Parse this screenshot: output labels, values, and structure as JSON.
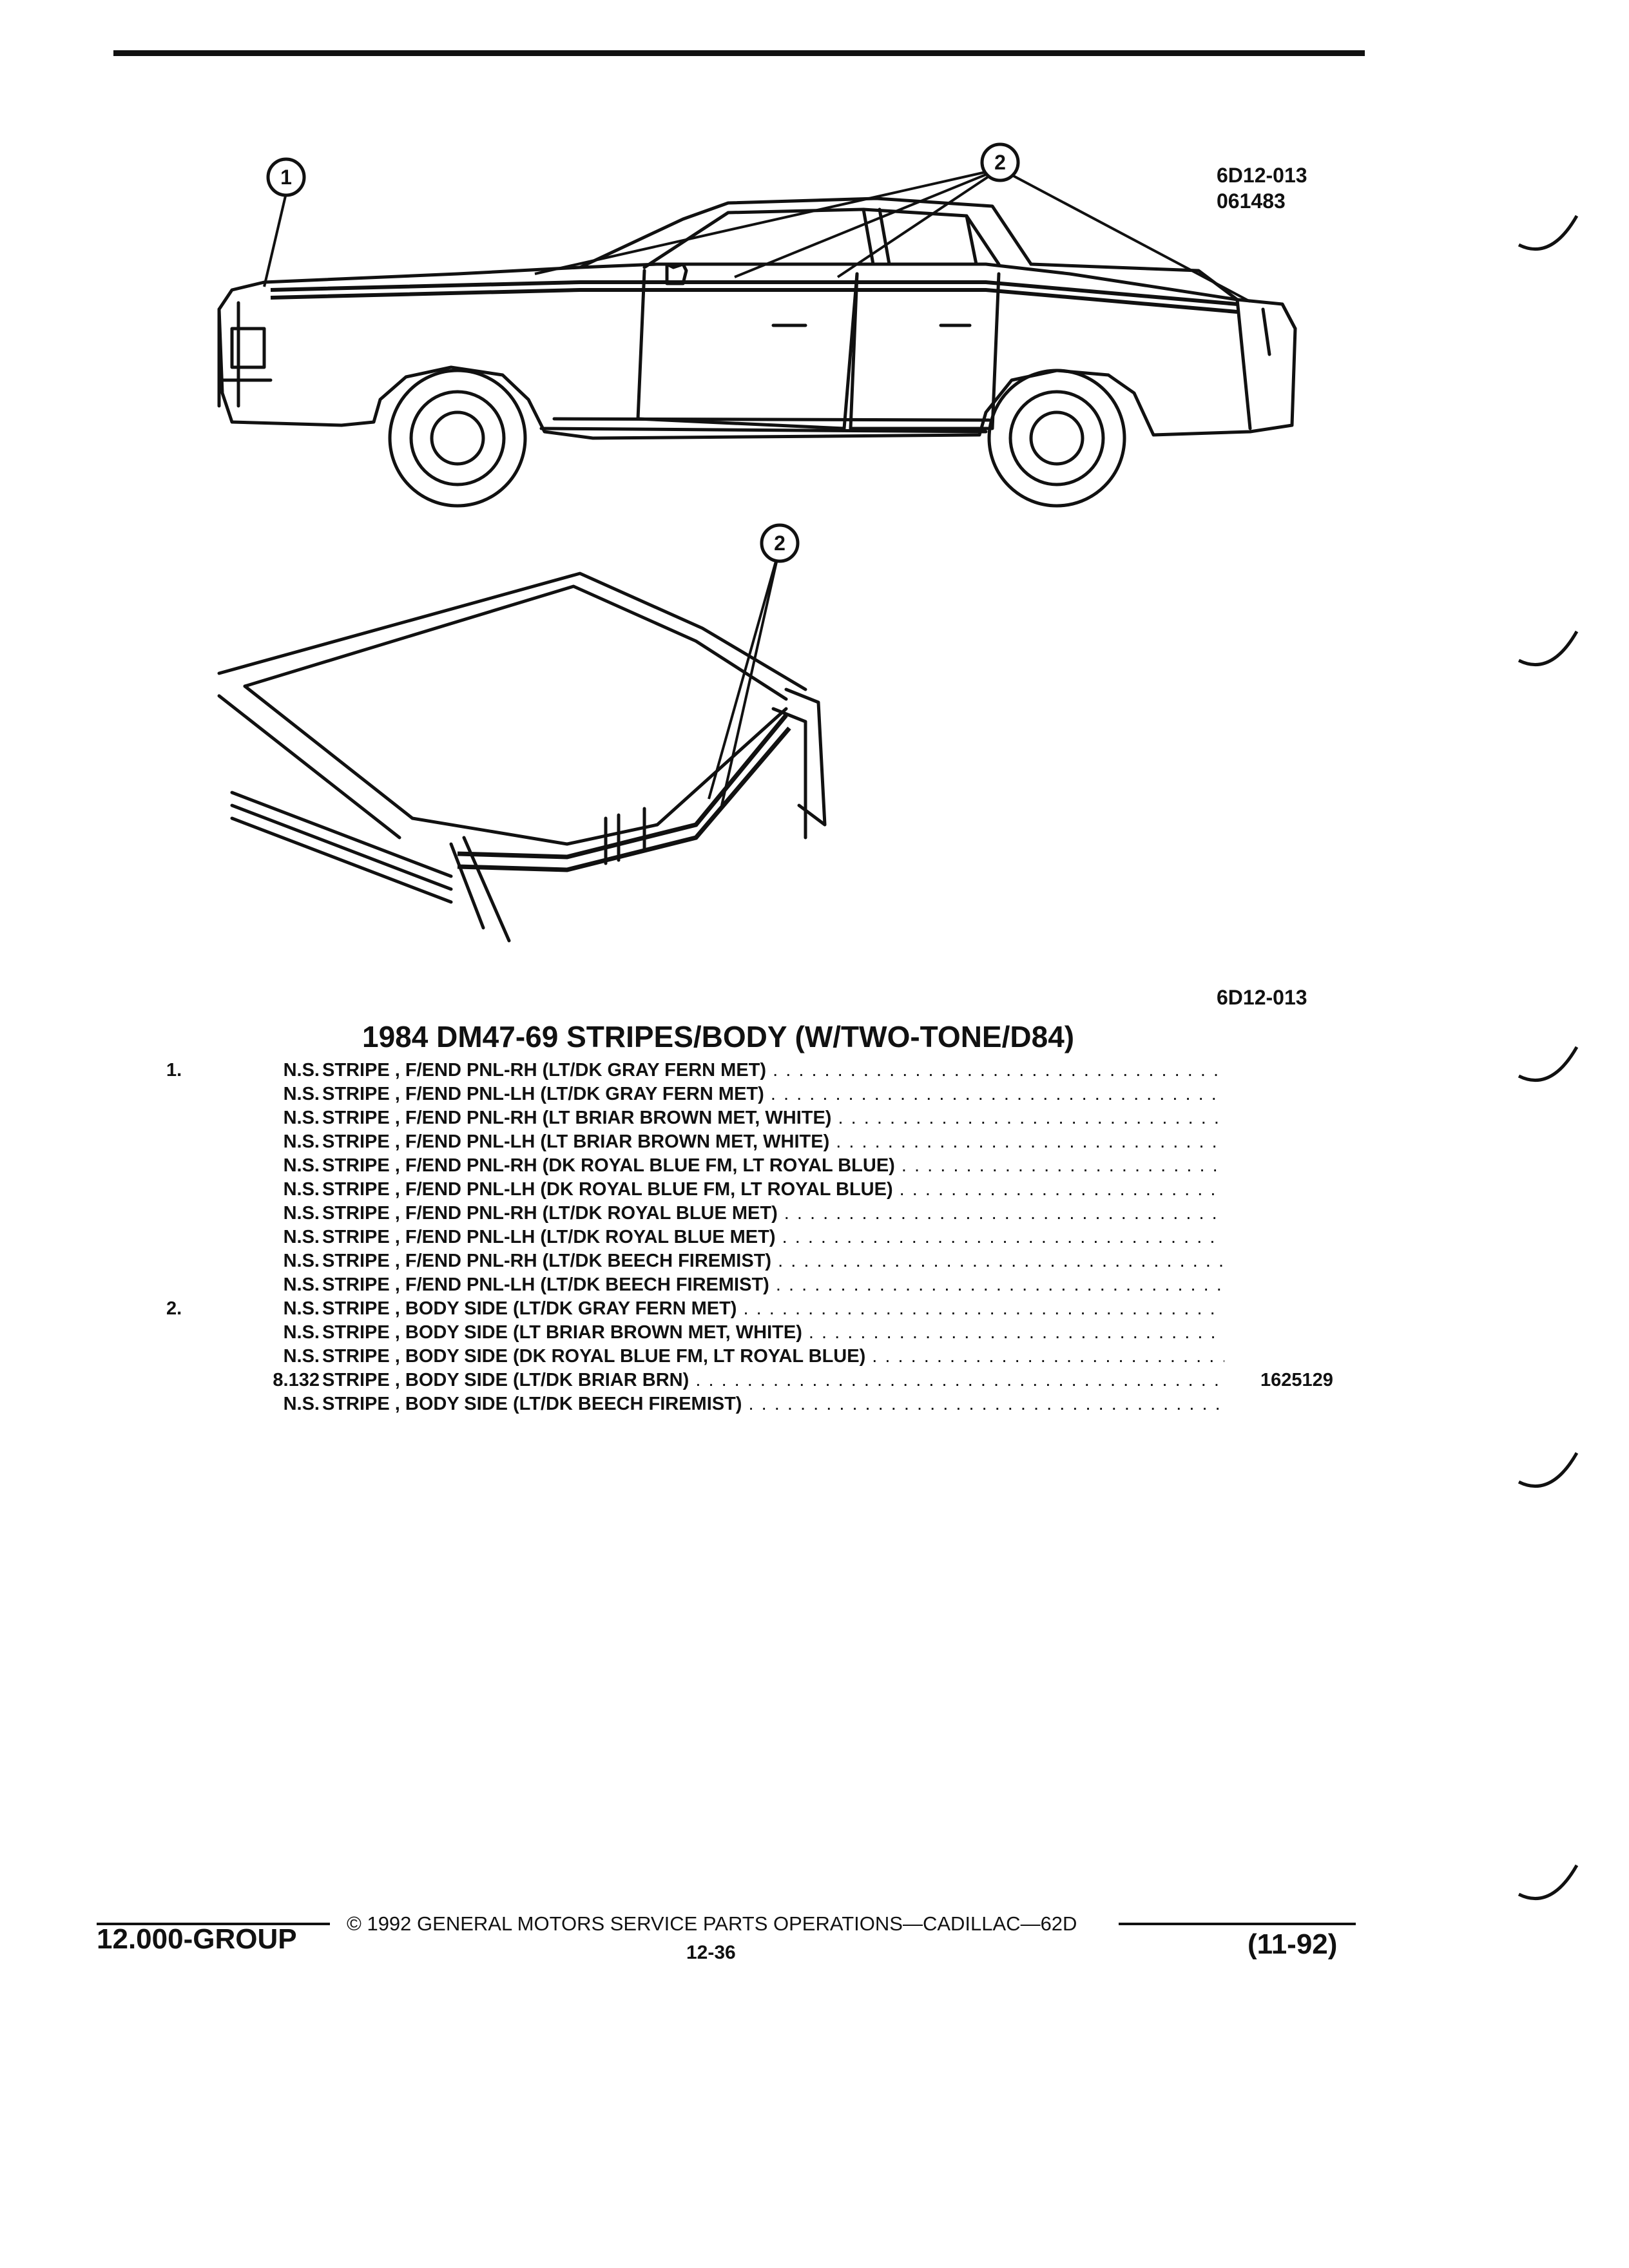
{
  "figure": {
    "code_top": "6D12-013",
    "date_code": "061483",
    "code_bottom": "6D12-013",
    "callout_1": "1",
    "callout_2": "2"
  },
  "title": "1984 DM47-69 STRIPES/BODY (W/TWO-TONE/D84)",
  "parts": [
    {
      "ref": "1.",
      "qty": "N.S.",
      "desc": "STRIPE , F/END PNL-RH (LT/DK GRAY FERN MET)",
      "part_no": ""
    },
    {
      "ref": "",
      "qty": "N.S.",
      "desc": "STRIPE , F/END PNL-LH (LT/DK GRAY FERN MET)",
      "part_no": ""
    },
    {
      "ref": "",
      "qty": "N.S.",
      "desc": "STRIPE , F/END PNL-RH (LT BRIAR BROWN MET, WHITE)",
      "part_no": ""
    },
    {
      "ref": "",
      "qty": "N.S.",
      "desc": "STRIPE , F/END PNL-LH (LT BRIAR BROWN MET, WHITE)",
      "part_no": ""
    },
    {
      "ref": "",
      "qty": "N.S.",
      "desc": "STRIPE , F/END PNL-RH (DK ROYAL BLUE FM, LT ROYAL BLUE)",
      "part_no": ""
    },
    {
      "ref": "",
      "qty": "N.S.",
      "desc": "STRIPE , F/END PNL-LH (DK ROYAL BLUE FM, LT ROYAL BLUE)",
      "part_no": ""
    },
    {
      "ref": "",
      "qty": "N.S.",
      "desc": "STRIPE , F/END PNL-RH (LT/DK ROYAL BLUE MET)",
      "part_no": ""
    },
    {
      "ref": "",
      "qty": "N.S.",
      "desc": "STRIPE , F/END PNL-LH (LT/DK ROYAL BLUE MET)",
      "part_no": ""
    },
    {
      "ref": "",
      "qty": "N.S.",
      "desc": "STRIPE , F/END PNL-RH (LT/DK BEECH FIREMIST)",
      "part_no": ""
    },
    {
      "ref": "",
      "qty": "N.S.",
      "desc": "STRIPE , F/END PNL-LH (LT/DK BEECH FIREMIST)",
      "part_no": ""
    },
    {
      "ref": "2.",
      "qty": "N.S.",
      "desc": "STRIPE , BODY SIDE (LT/DK GRAY FERN MET)",
      "part_no": ""
    },
    {
      "ref": "",
      "qty": "N.S.",
      "desc": "STRIPE , BODY SIDE (LT BRIAR BROWN MET, WHITE)",
      "part_no": ""
    },
    {
      "ref": "",
      "qty": "N.S.",
      "desc": "STRIPE , BODY SIDE (DK ROYAL BLUE FM, LT ROYAL BLUE)",
      "part_no": ""
    },
    {
      "ref": "",
      "qty": "8.132",
      "desc": "STRIPE , BODY SIDE (LT/DK BRIAR BRN)",
      "part_no": "1625129"
    },
    {
      "ref": "",
      "qty": "N.S.",
      "desc": "STRIPE , BODY SIDE (LT/DK BEECH FIREMIST)",
      "part_no": ""
    }
  ],
  "footer": {
    "group": "12.000-GROUP",
    "copyright": "© 1992 GENERAL MOTORS SERVICE PARTS OPERATIONS—CADILLAC—62D",
    "page": "12-36",
    "date": "(11-92)"
  }
}
